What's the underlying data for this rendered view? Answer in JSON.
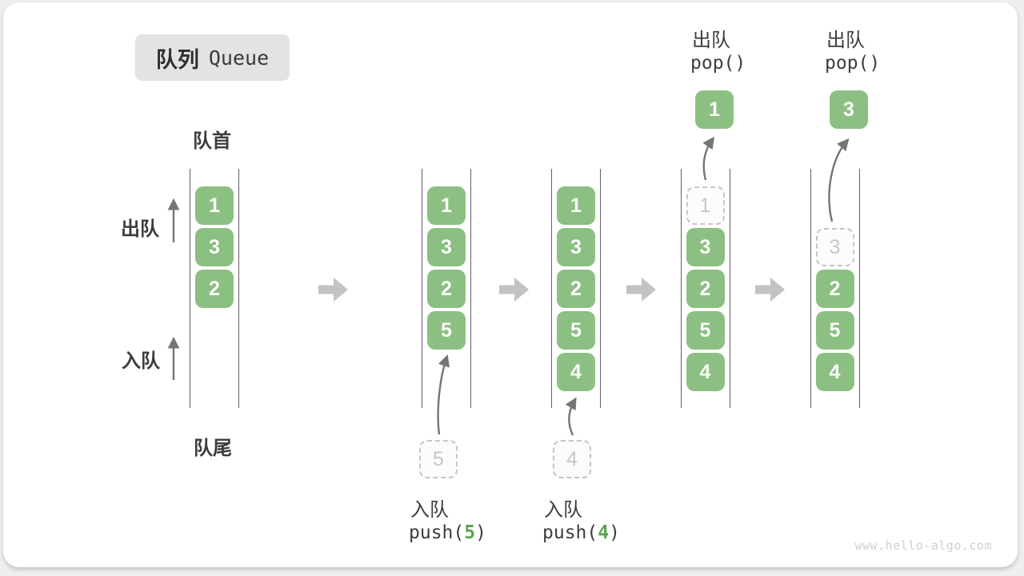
{
  "title": {
    "zh": "队列",
    "en": "Queue"
  },
  "side_labels": {
    "front": "队首",
    "rear": "队尾",
    "dequeue": "出队",
    "enqueue": "入队"
  },
  "watermark": "www.hello-algo.com",
  "colors": {
    "item_green": "#8CC083",
    "item_text": "#FFFFFF",
    "dashed_border": "#C6C6C6",
    "dashed_text": "#C6C6C6",
    "code_arg_green": "#5BA352",
    "arrow_gray": "#757575",
    "block_arrow": "#C3C3C3",
    "wall_line": "#606060",
    "text": "#3C3C3C",
    "title_bg": "#E3E3E3",
    "watermark_text": "#D0D0D0"
  },
  "states": [
    {
      "name": "initial",
      "items": [
        {
          "slot": 0,
          "value": "1",
          "style": "solid"
        },
        {
          "slot": 1,
          "value": "3",
          "style": "solid"
        },
        {
          "slot": 2,
          "value": "2",
          "style": "solid"
        }
      ]
    },
    {
      "name": "after-push-5",
      "op": {
        "label": "入队",
        "fn": "push",
        "arg": "5"
      },
      "op_pos": "below",
      "incoming": "5",
      "items": [
        {
          "slot": 0,
          "value": "1",
          "style": "solid"
        },
        {
          "slot": 1,
          "value": "3",
          "style": "solid"
        },
        {
          "slot": 2,
          "value": "2",
          "style": "solid"
        },
        {
          "slot": 3,
          "value": "5",
          "style": "solid"
        }
      ]
    },
    {
      "name": "after-push-4",
      "op": {
        "label": "入队",
        "fn": "push",
        "arg": "4"
      },
      "op_pos": "below",
      "incoming": "4",
      "items": [
        {
          "slot": 0,
          "value": "1",
          "style": "solid"
        },
        {
          "slot": 1,
          "value": "3",
          "style": "solid"
        },
        {
          "slot": 2,
          "value": "2",
          "style": "solid"
        },
        {
          "slot": 3,
          "value": "5",
          "style": "solid"
        },
        {
          "slot": 4,
          "value": "4",
          "style": "solid"
        }
      ]
    },
    {
      "name": "after-pop-1",
      "op": {
        "label": "出队",
        "fn": "pop",
        "arg": ""
      },
      "op_pos": "above",
      "popped": "1",
      "items": [
        {
          "slot": 0,
          "value": "1",
          "style": "dashed"
        },
        {
          "slot": 1,
          "value": "3",
          "style": "solid"
        },
        {
          "slot": 2,
          "value": "2",
          "style": "solid"
        },
        {
          "slot": 3,
          "value": "5",
          "style": "solid"
        },
        {
          "slot": 4,
          "value": "4",
          "style": "solid"
        }
      ]
    },
    {
      "name": "after-pop-3",
      "op": {
        "label": "出队",
        "fn": "pop",
        "arg": ""
      },
      "op_pos": "above",
      "popped": "3",
      "items": [
        {
          "slot": 1,
          "value": "3",
          "style": "dashed"
        },
        {
          "slot": 2,
          "value": "2",
          "style": "solid"
        },
        {
          "slot": 3,
          "value": "5",
          "style": "solid"
        },
        {
          "slot": 4,
          "value": "4",
          "style": "solid"
        }
      ]
    }
  ]
}
